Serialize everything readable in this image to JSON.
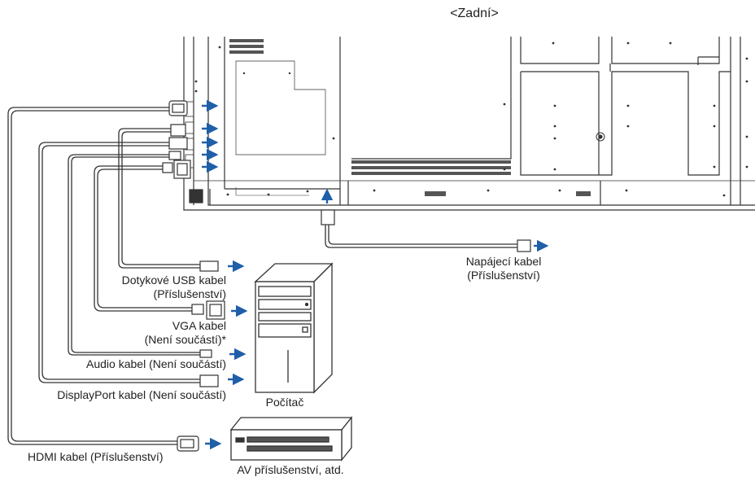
{
  "title": "<Zadní>",
  "labels": {
    "power": [
      "Napájecí kabel",
      "(Příslušenství)"
    ],
    "usb": [
      "Dotykové USB kabel",
      "(Příslušenství)"
    ],
    "vga": [
      "VGA kabel",
      "(Není součástí)*"
    ],
    "audio": "Audio kabel (Není součástí)",
    "displayport": "DisplayPort kabel (Není součástí)",
    "hdmi": "HDMI kabel (Příslušenství)",
    "computer": "Počítač",
    "av": "AV příslušenství, atd."
  },
  "colors": {
    "line": "#333333",
    "arrow": "#1f5fa8"
  }
}
